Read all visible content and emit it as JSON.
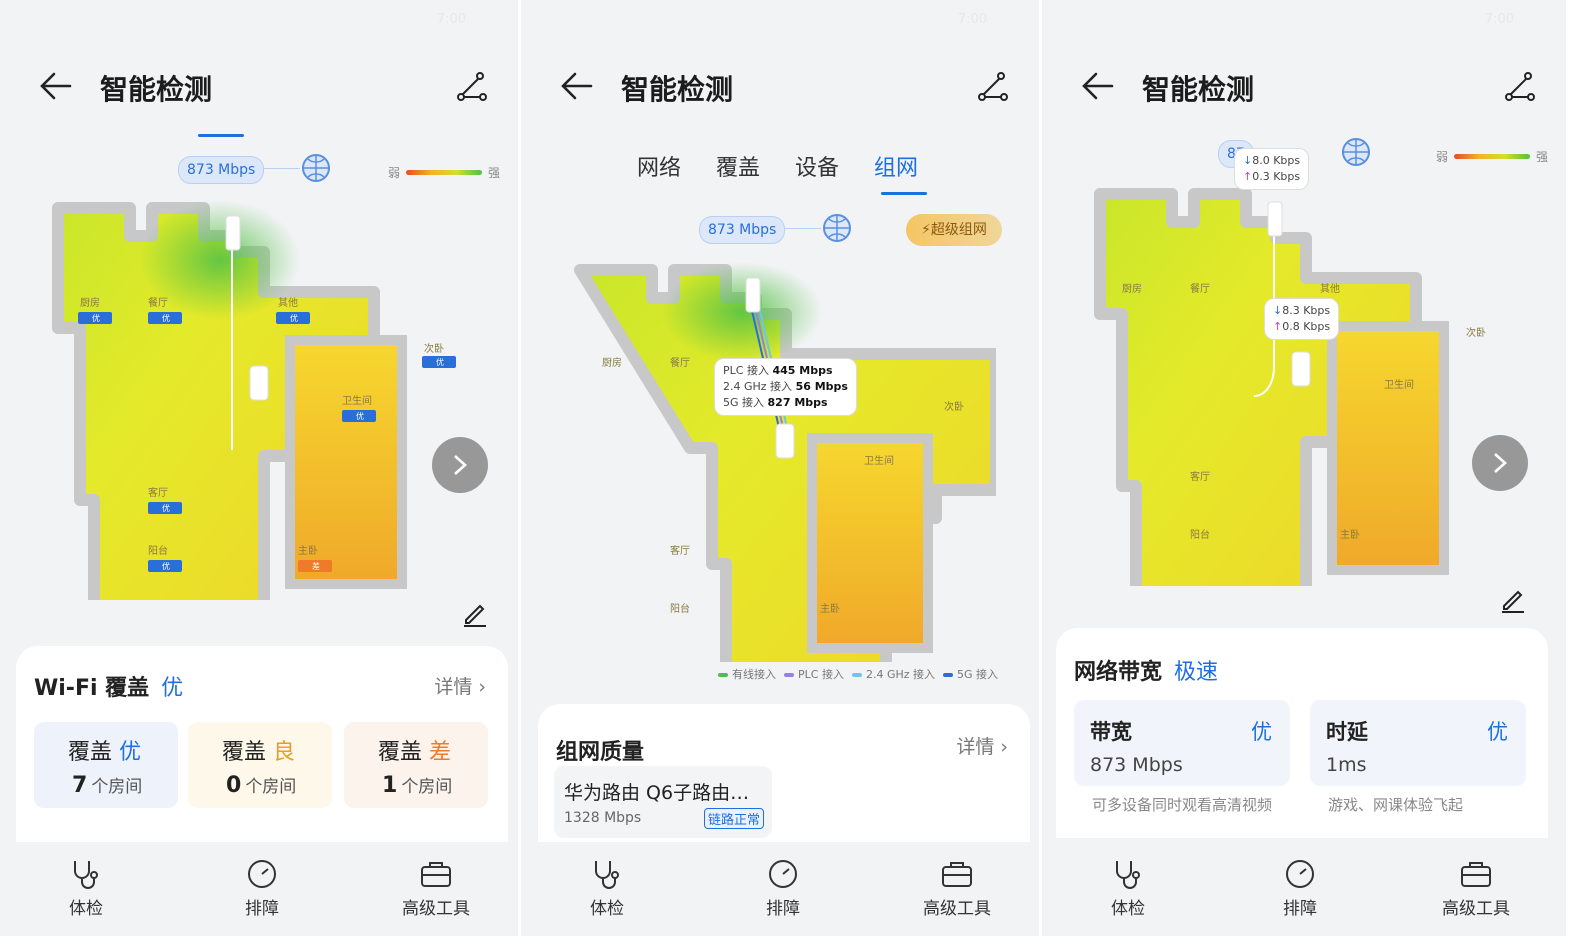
{
  "common": {
    "status_time": "7:00",
    "title": "智能检测",
    "strength": {
      "weak": "弱",
      "strong": "强"
    },
    "nav": [
      {
        "label": "体检",
        "icon": "stethoscope-icon"
      },
      {
        "label": "排障",
        "icon": "gauge-icon"
      },
      {
        "label": "高级工具",
        "icon": "toolbox-icon"
      }
    ],
    "colors": {
      "accent": "#1e6fe0",
      "good": "#4cc04a",
      "mid": "#f2b428",
      "bad": "#e84a2a"
    }
  },
  "panel1": {
    "speed": "873 Mbps",
    "rooms": [
      {
        "name": "厨房",
        "badge": "优"
      },
      {
        "name": "餐厅",
        "badge": "优"
      },
      {
        "name": "其他",
        "badge": "优"
      },
      {
        "name": "次卧",
        "badge": "优"
      },
      {
        "name": "卫生间",
        "badge": "优"
      },
      {
        "name": "客厅",
        "badge": "优"
      },
      {
        "name": "阳台",
        "badge": "优"
      },
      {
        "name": "主卧",
        "badge": "差"
      }
    ],
    "card": {
      "title": "Wi-Fi 覆盖",
      "grade": "优",
      "detail": "详情",
      "stats": [
        {
          "label": "覆盖",
          "grade": "优",
          "count": "7",
          "unit": "个房间"
        },
        {
          "label": "覆盖",
          "grade": "良",
          "count": "0",
          "unit": "个房间"
        },
        {
          "label": "覆盖",
          "grade": "差",
          "count": "1",
          "unit": "个房间"
        }
      ]
    }
  },
  "panel2": {
    "tabs": [
      "网络",
      "覆盖",
      "设备",
      "组网"
    ],
    "active_tab": "组网",
    "speed": "873 Mbps",
    "super_mesh": "超级组网",
    "node_info": [
      {
        "k": "PLC 接入",
        "v": "445 Mbps"
      },
      {
        "k": "2.4 GHz 接入",
        "v": "56 Mbps"
      },
      {
        "k": "5G 接入",
        "v": "827 Mbps"
      }
    ],
    "rooms": [
      "厨房",
      "餐厅",
      "次卧",
      "卫生间",
      "客厅",
      "阳台",
      "主卧"
    ],
    "link_legend": [
      {
        "label": "有线接入",
        "color": "#4cc04a"
      },
      {
        "label": "PLC 接入",
        "color": "#9a7ee8"
      },
      {
        "label": "2.4 GHz 接入",
        "color": "#6cc8e6"
      },
      {
        "label": "5G 接入",
        "color": "#2a6fd8"
      }
    ],
    "card": {
      "title": "组网质量",
      "detail": "详情",
      "item": {
        "name": "华为路由 Q6子路由…",
        "speed": "1328 Mbps",
        "status": "链路正常"
      }
    }
  },
  "panel3": {
    "speed_partial": "87",
    "router_traffic": {
      "down": "8.0 Kbps",
      "up": "0.3 Kbps"
    },
    "sub_traffic": {
      "down": "8.3 Kbps",
      "up": "0.8 Kbps"
    },
    "rooms": [
      "厨房",
      "餐厅",
      "其他",
      "次卧",
      "卫生间",
      "客厅",
      "阳台",
      "主卧"
    ],
    "card": {
      "title": "网络带宽",
      "grade": "极速",
      "boxes": [
        {
          "label": "带宽",
          "grade": "优",
          "value": "873 Mbps",
          "desc": "可多设备同时观看高清视频"
        },
        {
          "label": "时延",
          "grade": "优",
          "value": "1ms",
          "desc": "游戏、网课体验飞起"
        }
      ]
    }
  }
}
